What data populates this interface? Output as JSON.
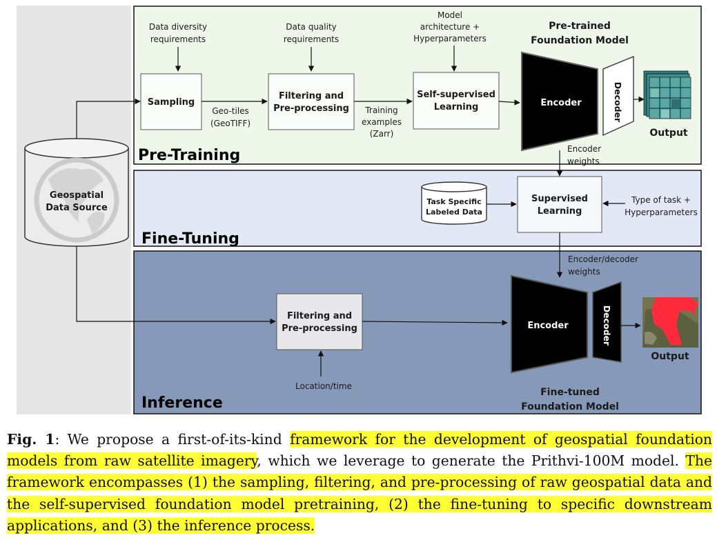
{
  "figure": {
    "source": {
      "line1": "Geospatial",
      "line2": "Data Source"
    },
    "pretraining": {
      "title": "Pre-Training",
      "req_diversity": [
        "Data diversity",
        "requirements"
      ],
      "req_quality": [
        "Data quality",
        "requirements"
      ],
      "req_model": [
        "Model",
        "architecture +",
        "Hyperparameters"
      ],
      "sampling": "Sampling",
      "geotiles": [
        "Geo-tiles",
        "(GeoTIFF)"
      ],
      "filtering": [
        "Filtering and",
        "Pre-processing"
      ],
      "training_examples": [
        "Training",
        "examples",
        "(Zarr)"
      ],
      "ssl": [
        "Self-supervised",
        "Learning"
      ],
      "pretrained_title": [
        "Pre-trained",
        "Foundation Model"
      ],
      "encoder": "Encoder",
      "decoder": "Decoder",
      "output": "Output"
    },
    "encoder_weights": [
      "Encoder",
      "weights"
    ],
    "finetuning": {
      "title": "Fine-Tuning",
      "task_data": [
        "Task Specific",
        "Labeled Data"
      ],
      "supervised": [
        "Supervised",
        "Learning"
      ],
      "task_type": [
        "Type of task +",
        "Hyperparameters"
      ]
    },
    "encdec_weights": [
      "Encoder/decoder",
      "weights"
    ],
    "inference": {
      "title": "Inference",
      "filtering": [
        "Filtering and",
        "Pre-processing"
      ],
      "location_time": "Location/time",
      "encoder": "Encoder",
      "decoder": "Decoder",
      "output": "Output",
      "finetuned_title": [
        "Fine-tuned",
        "Foundation Model"
      ]
    },
    "colors": {
      "pretraining_bg": "#eef7ea",
      "finetuning_bg": "#e2e8f6",
      "inference_bg": "#8799b8",
      "source_bg": "#e6e6e6",
      "highlight": "#ffff33"
    }
  },
  "caption": {
    "label": "Fig. 1",
    "t1": ": We propose a first-of-its-kind ",
    "h1": "framework for the development of geospatial foundation models from raw satellite imagery",
    "t2": ", which we leverage to generate the Prithvi-100M model. ",
    "h2": "The framework encompasses (1) the sampling, filtering, and pre-processing of raw geospatial data and the self-supervised foundation model pretraining, (2) the fine-tuning to specific downstream applications, and (3) the inference process."
  }
}
